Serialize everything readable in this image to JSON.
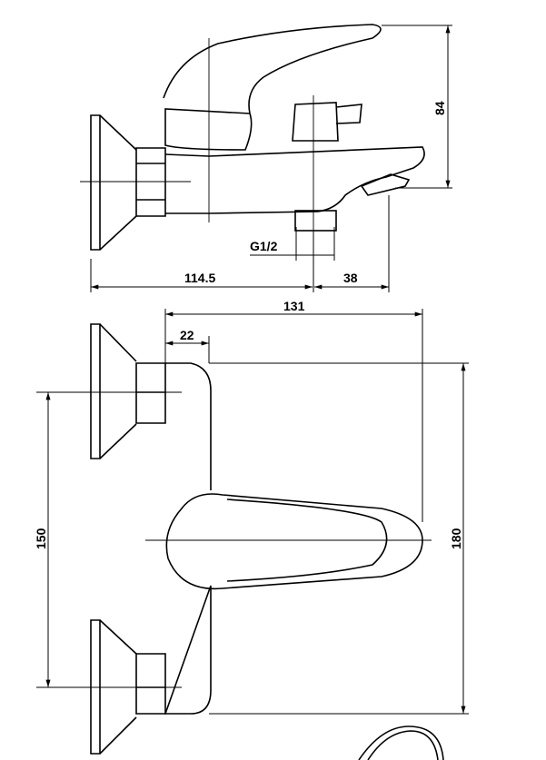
{
  "title": "Bath mixer technical drawing",
  "dimensions": {
    "height_top": "84",
    "thread": "G1/2",
    "wall_to_outlet": "114.5",
    "outlet_to_spout": "38",
    "overall_depth": "131",
    "body_width": "22",
    "centers": "150",
    "overall_width": "180"
  },
  "colors": {
    "line": "#000000",
    "background": "#ffffff"
  }
}
